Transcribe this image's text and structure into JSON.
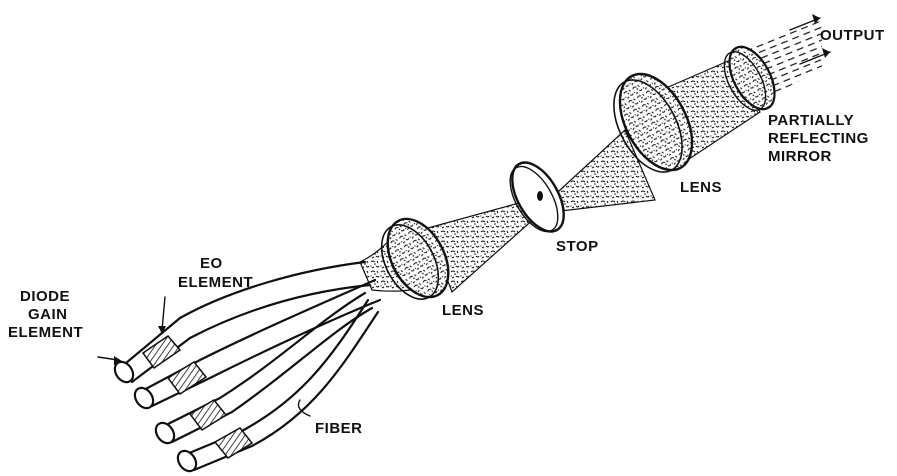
{
  "diagram": {
    "labels": {
      "output": "OUTPUT",
      "mirror_1": "PARTIALLY",
      "mirror_2": "REFLECTING",
      "mirror_3": "MIRROR",
      "lens_right": "LENS",
      "stop": "STOP",
      "lens_left": "LENS",
      "eo_1": "EO",
      "eo_2": "ELEMENT",
      "diode_1": "DIODE",
      "diode_2": "GAIN",
      "diode_3": "ELEMENT",
      "fiber": "FIBER"
    },
    "colors": {
      "ink": "#111111",
      "background": "#ffffff"
    }
  }
}
